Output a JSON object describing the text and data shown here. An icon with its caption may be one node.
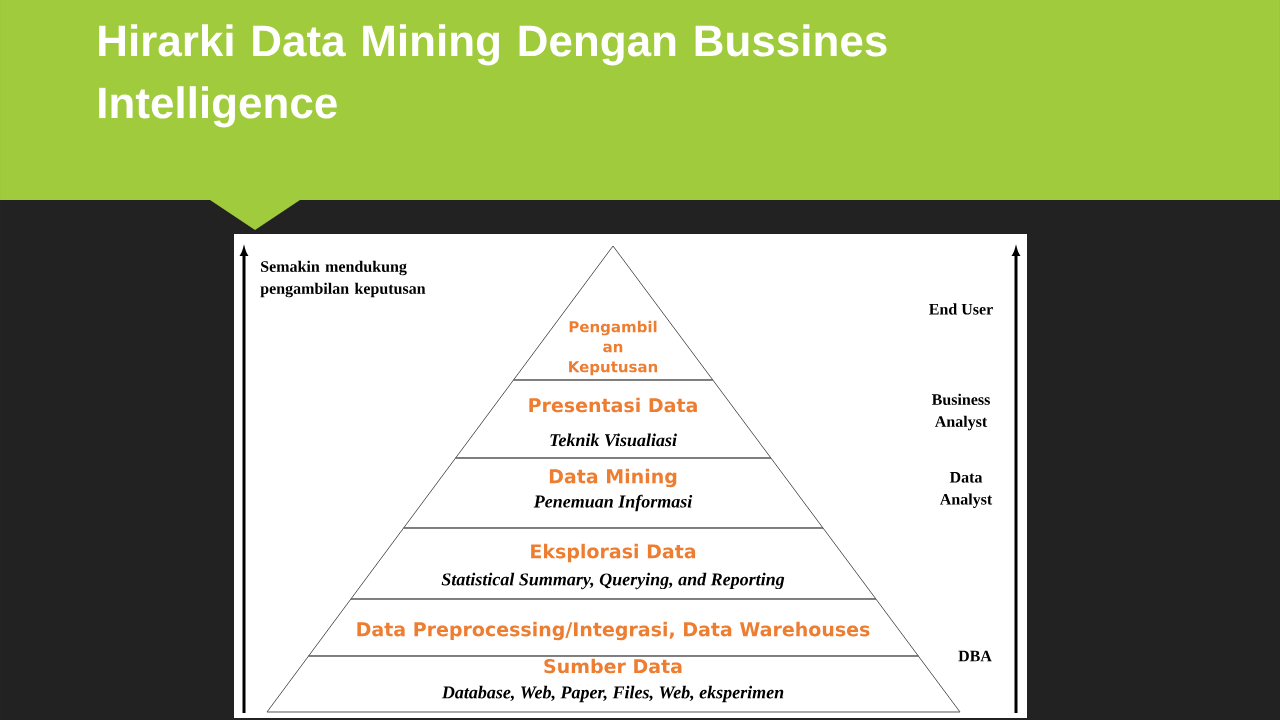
{
  "diagram": {
    "title": "Hirarki Data Mining Dengan Bussines Intelligence",
    "nodes": [
      {
        "text": [
          "Pengambil an Keputusan"
        ]
      },
      {
        "text": [
          "Presentasi Data",
          "Teknik Visualiasi"
        ]
      },
      {
        "text": [
          "Data Mining",
          "Penemuan Informasi"
        ]
      },
      {
        "text": [
          "Eksplorasi Data",
          "Statistical Summary, Querying, and Reporting"
        ]
      },
      {
        "text": [
          "Data Preprocessing/Integrasi, Data Warehouses"
        ]
      },
      {
        "text": [
          "Sumber Data",
          "Database, Web, Paper, Files, Web, eksperimen"
        ]
      }
    ],
    "labels": [
      "Semakin mendukung pengambilan keputusan",
      "End User",
      "Business Analyst",
      "Data Analyst",
      "DBA"
    ]
  }
}
